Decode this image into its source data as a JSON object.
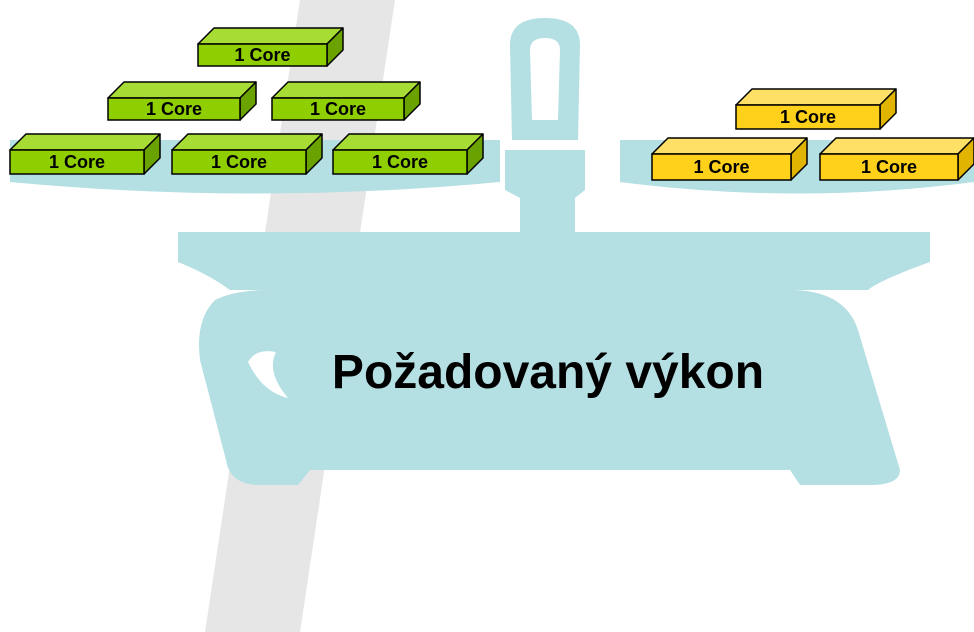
{
  "title": "Požadovaný výkon",
  "colors": {
    "background": "#ffffff",
    "stripe": "#e6e6e6",
    "scale": "#b4dfe3",
    "green_front": "#8fce00",
    "green_top": "#a6dc33",
    "green_side": "#6aa300",
    "yellow_front": "#ffd11a",
    "yellow_top": "#ffe066",
    "yellow_side": "#e0b400",
    "outline": "#000000"
  },
  "left_pan": {
    "color": "green",
    "blocks": [
      {
        "label": "1 Core"
      },
      {
        "label": "1 Core"
      },
      {
        "label": "1 Core"
      },
      {
        "label": "1 Core"
      },
      {
        "label": "1 Core"
      },
      {
        "label": "1 Core"
      }
    ]
  },
  "right_pan": {
    "color": "yellow",
    "blocks": [
      {
        "label": "1 Core"
      },
      {
        "label": "1 Core"
      },
      {
        "label": "1 Core"
      }
    ]
  }
}
